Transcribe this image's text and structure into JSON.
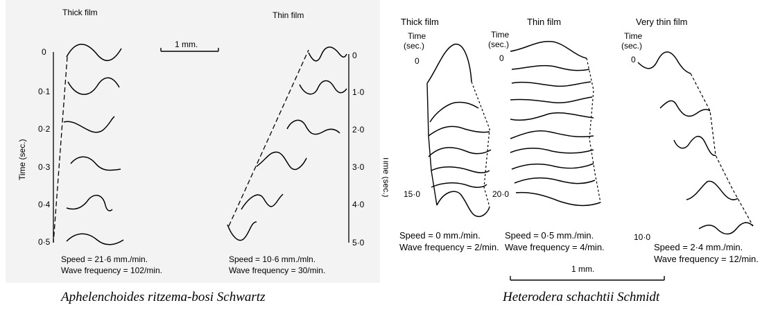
{
  "left": {
    "title_thick": "Thick film",
    "title_thin": "Thin film",
    "scale_label": "1 mm.",
    "axis_label": "Time (sec.)",
    "thick_ticks": [
      "0",
      "0·1",
      "0·2",
      "0·3",
      "0·4",
      "0·5"
    ],
    "thin_ticks": [
      "0",
      "1·0",
      "2·0",
      "3·0",
      "4·0",
      "5·0"
    ],
    "thick_speed": "Speed = 21·6 mm./min.",
    "thick_freq": "Wave frequency = 102/min.",
    "thin_speed": "Speed = 10·6 mm./mln.",
    "thin_freq": "Wave frequency = 30/min.",
    "caption": "Aphelenchoides ritzema-bosi Schwartz"
  },
  "right": {
    "col_thick": "Thick film",
    "col_thin": "Thin film",
    "col_very_thin": "Very thin film",
    "time_label_1": "Time",
    "time_label_2": "(sec.)",
    "thick_start": "0",
    "thick_end": "15·0",
    "thin_start": "0",
    "thin_end": "20·0",
    "very_thin_start": "0",
    "very_thin_end": "10·0",
    "thick_speed": "Speed = 0 mm./min.",
    "thick_freq": "Wave frequency = 2/min.",
    "thin_speed": "Speed = 0·5 mm./min.",
    "thin_freq": "Wave frequency = 4/min.",
    "very_thin_speed": "Speed = 2·4 mm./min.",
    "very_thin_freq": "Wave frequency = 12/min.",
    "scale_label": "1 mm.",
    "caption": "Heterodera schachtii Schmidt"
  }
}
